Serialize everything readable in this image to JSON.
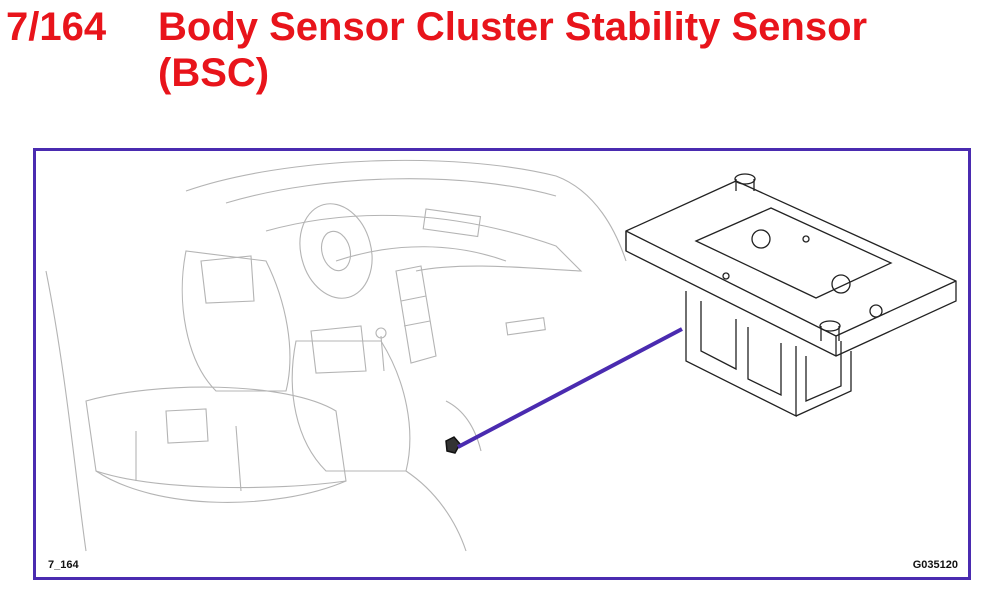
{
  "header": {
    "number": "7/164",
    "title": "Body Sensor Cluster Stability Sensor (BSC)"
  },
  "figure": {
    "label_left": "7_164",
    "label_right": "G035120",
    "frame_color": "#4a2bb0",
    "title_color": "#e8141b",
    "leader_color": "#4a2bb0"
  }
}
